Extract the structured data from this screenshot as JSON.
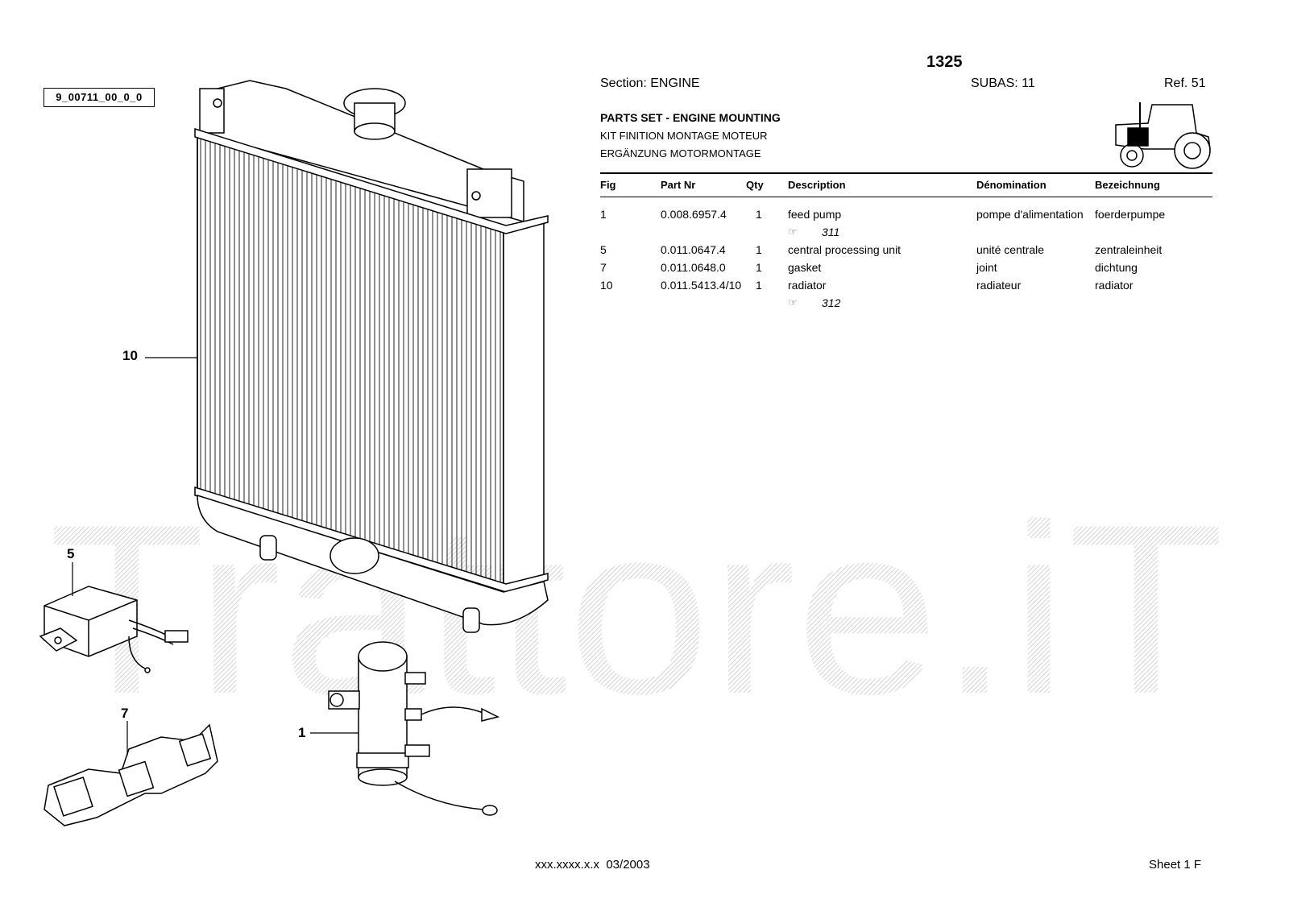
{
  "header": {
    "page_number": "1325",
    "section": "Section: ENGINE",
    "subas": "SUBAS: 11",
    "ref": "Ref. 51"
  },
  "titles": {
    "en": "PARTS SET - ENGINE MOUNTING",
    "fr": "KIT FINITION MONTAGE MOTEUR",
    "de": "ERGÄNZUNG MOTORMONTAGE"
  },
  "table": {
    "columns": [
      "Fig",
      "Part Nr",
      "Qty",
      "Description",
      "Dénomination",
      "Bezeichnung"
    ],
    "rows": [
      {
        "fig": "1",
        "part": "0.008.6957.4",
        "qty": "1",
        "desc": "feed pump",
        "fr": "pompe d'alimentation",
        "de": "foerderpumpe",
        "ref": "311"
      },
      {
        "fig": "5",
        "part": "0.011.0647.4",
        "qty": "1",
        "desc": "central processing unit",
        "fr": "unité centrale",
        "de": "zentraleinheit",
        "ref": ""
      },
      {
        "fig": "7",
        "part": "0.011.0648.0",
        "qty": "1",
        "desc": "gasket",
        "fr": "joint",
        "de": "dichtung",
        "ref": ""
      },
      {
        "fig": "10",
        "part": "0.011.5413.4/10",
        "qty": "1",
        "desc": "radiator",
        "fr": "radiateur",
        "de": "radiator",
        "ref": "312"
      }
    ]
  },
  "reference_icon": "hand-pointer-icon",
  "drawing": {
    "code": "9_00711_00_0_0",
    "callouts": [
      "10",
      "5",
      "7",
      "1"
    ]
  },
  "watermark": "Trattore.iT",
  "footer": {
    "left": "xxx.xxxx.x.x  03/2003",
    "right": "Sheet 1 F"
  }
}
